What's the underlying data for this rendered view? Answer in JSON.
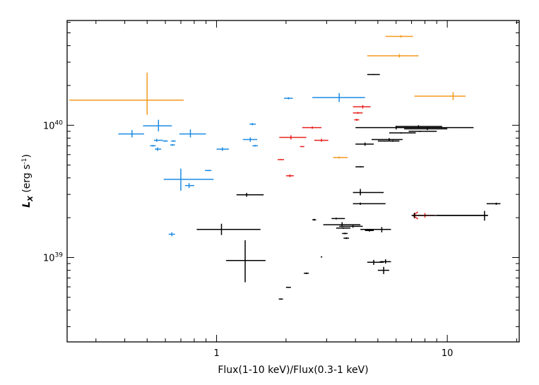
{
  "chart_data": {
    "type": "scatter",
    "xlabel": "Flux(1-10 keV)/Flux(0.3-1 keV)",
    "ylabel_main": "L",
    "ylabel_sub": "X",
    "ylabel_units": " (erg s",
    "ylabel_exp": "-1",
    "ylabel_close": ")",
    "x_scale": "log",
    "y_scale": "log",
    "xlim": [
      0.225,
      20.5
    ],
    "ylim": [
      2.3e+38,
      6.2e+40
    ],
    "x_ticks": [
      {
        "value": 1,
        "label": "1"
      },
      {
        "value": 10,
        "label": "10"
      }
    ],
    "y_ticks": [
      {
        "value": 1e+39,
        "base": "10",
        "exp": "39"
      },
      {
        "value": 1e+40,
        "base": "10",
        "exp": "40"
      }
    ],
    "grid": false,
    "colors": {
      "blue": "#1c8be3",
      "orange": "#f39a1f",
      "red": "#e8231f",
      "black": "#000000"
    },
    "series": [
      {
        "color": "blue",
        "points": [
          {
            "x": 0.43,
            "y": 8.6e+39,
            "xlo": 0.375,
            "xhi": 0.485,
            "ylo": 8.1e+39,
            "yhi": 9.2e+39
          },
          {
            "x": 0.56,
            "y": 9.9e+39,
            "xlo": 0.48,
            "xhi": 0.64,
            "ylo": 9e+39,
            "yhi": 1.1e+40
          },
          {
            "x": 0.55,
            "y": 7.7e+39,
            "xlo": 0.535,
            "xhi": 0.585,
            "ylo": 7.5e+39,
            "yhi": 7.9e+39
          },
          {
            "x": 0.6,
            "y": 7.6e+39,
            "xlo": 0.585,
            "xhi": 0.615,
            "ylo": 7.5e+39,
            "yhi": 7.7e+39
          },
          {
            "x": 0.53,
            "y": 7e+39,
            "xlo": 0.515,
            "xhi": 0.545,
            "ylo": 6.9e+39,
            "yhi": 7.1e+39
          },
          {
            "x": 0.555,
            "y": 6.6e+39,
            "xlo": 0.54,
            "xhi": 0.575,
            "ylo": 6.4e+39,
            "yhi": 6.8e+39
          },
          {
            "x": 0.65,
            "y": 7.6e+39,
            "xlo": 0.635,
            "xhi": 0.665,
            "ylo": 7.5e+39,
            "yhi": 7.7e+39
          },
          {
            "x": 0.645,
            "y": 7.1e+39,
            "xlo": 0.63,
            "xhi": 0.66,
            "ylo": 7e+39,
            "yhi": 7.2e+39
          },
          {
            "x": 0.77,
            "y": 8.6e+39,
            "xlo": 0.69,
            "xhi": 0.9,
            "ylo": 8.1e+39,
            "yhi": 9.3e+39
          },
          {
            "x": 0.7,
            "y": 3.9e+39,
            "xlo": 0.59,
            "xhi": 0.97,
            "ylo": 3.2e+39,
            "yhi": 4.7e+39
          },
          {
            "x": 0.76,
            "y": 3.5e+39,
            "xlo": 0.73,
            "xhi": 0.8,
            "ylo": 3.35e+39,
            "yhi": 3.65e+39
          },
          {
            "x": 0.92,
            "y": 4.55e+39,
            "xlo": 0.89,
            "xhi": 0.95,
            "ylo": 4.5e+39,
            "yhi": 4.6e+39
          },
          {
            "x": 1.06,
            "y": 6.6e+39,
            "xlo": 1.0,
            "xhi": 1.13,
            "ylo": 6.4e+39,
            "yhi": 6.8e+39
          },
          {
            "x": 1.43,
            "y": 1.02e+40,
            "xlo": 1.39,
            "xhi": 1.48,
            "ylo": 1e+40,
            "yhi": 1.04e+40
          },
          {
            "x": 1.4,
            "y": 7.8e+39,
            "xlo": 1.3,
            "xhi": 1.5,
            "ylo": 7.5e+39,
            "yhi": 8.1e+39
          },
          {
            "x": 1.47,
            "y": 7e+39,
            "xlo": 1.43,
            "xhi": 1.51,
            "ylo": 6.9e+39,
            "yhi": 7.1e+39
          },
          {
            "x": 0.64,
            "y": 1.5e+39,
            "xlo": 0.62,
            "xhi": 0.66,
            "ylo": 1.45e+39,
            "yhi": 1.55e+39
          },
          {
            "x": 2.05,
            "y": 1.6e+40,
            "xlo": 1.96,
            "xhi": 2.14,
            "ylo": 1.57e+40,
            "yhi": 1.63e+40
          },
          {
            "x": 3.4,
            "y": 1.62e+40,
            "xlo": 2.6,
            "xhi": 4.4,
            "ylo": 1.5e+40,
            "yhi": 1.75e+40
          }
        ]
      },
      {
        "color": "orange",
        "points": [
          {
            "x": 0.5,
            "y": 1.55e+40,
            "xlo": 0.23,
            "xhi": 0.72,
            "ylo": 1.2e+40,
            "yhi": 2.5e+40
          },
          {
            "x": 6.3,
            "y": 4.7e+40,
            "xlo": 5.4,
            "xhi": 7.1,
            "ylo": 4.6e+40,
            "yhi": 4.8e+40
          },
          {
            "x": 6.2,
            "y": 3.35e+40,
            "xlo": 4.5,
            "xhi": 7.5,
            "ylo": 3.25e+40,
            "yhi": 3.45e+40
          },
          {
            "x": 10.6,
            "y": 1.66e+40,
            "xlo": 7.2,
            "xhi": 12.0,
            "ylo": 1.55e+40,
            "yhi": 1.78e+40
          },
          {
            "x": 3.4,
            "y": 5.7e+39,
            "xlo": 3.2,
            "xhi": 3.7,
            "ylo": 5.6e+39,
            "yhi": 5.8e+39
          }
        ]
      },
      {
        "color": "red",
        "points": [
          {
            "x": 4.3,
            "y": 1.38e+40,
            "xlo": 3.9,
            "xhi": 4.65,
            "ylo": 1.34e+40,
            "yhi": 1.42e+40
          },
          {
            "x": 4.1,
            "y": 1.24e+40,
            "xlo": 3.9,
            "xhi": 4.3,
            "ylo": 1.22e+40,
            "yhi": 1.26e+40
          },
          {
            "x": 4.05,
            "y": 1.1e+40,
            "xlo": 3.95,
            "xhi": 4.15,
            "ylo": 1.08e+40,
            "yhi": 1.12e+40
          },
          {
            "x": 2.6,
            "y": 9.6e+39,
            "xlo": 2.35,
            "xhi": 2.85,
            "ylo": 9.4e+39,
            "yhi": 9.8e+39
          },
          {
            "x": 2.1,
            "y": 8.1e+39,
            "xlo": 1.87,
            "xhi": 2.45,
            "ylo": 7.8e+39,
            "yhi": 8.4e+39
          },
          {
            "x": 2.85,
            "y": 7.7e+39,
            "xlo": 2.65,
            "xhi": 3.05,
            "ylo": 7.5e+39,
            "yhi": 7.9e+39
          },
          {
            "x": 2.35,
            "y": 6.9e+39,
            "xlo": 2.3,
            "xhi": 2.4,
            "ylo": 6.85e+39,
            "yhi": 6.95e+39
          },
          {
            "x": 1.9,
            "y": 5.5e+39,
            "xlo": 1.84,
            "xhi": 1.96,
            "ylo": 5.45e+39,
            "yhi": 5.55e+39
          },
          {
            "x": 2.08,
            "y": 4.15e+39,
            "xlo": 2.0,
            "xhi": 2.16,
            "ylo": 4.05e+39,
            "yhi": 4.25e+39
          },
          {
            "x": 8.0,
            "y": 2.08e+39,
            "xlo": 7.1,
            "xhi": 8.8,
            "ylo": 2e+39,
            "yhi": 2.17e+39,
            "arrow": "left"
          }
        ]
      },
      {
        "color": "black",
        "points": [
          {
            "x": 4.8,
            "y": 2.42e+40,
            "xlo": 4.5,
            "xhi": 5.1,
            "ylo": 2.4e+40,
            "yhi": 2.44e+40
          },
          {
            "x": 6.0,
            "y": 9.6e+39,
            "xlo": 4.0,
            "xhi": 13.0,
            "ylo": 9.3e+39,
            "yhi": 9.9e+39
          },
          {
            "x": 7.5,
            "y": 9.8e+39,
            "xlo": 6.0,
            "xhi": 9.5,
            "ylo": 9.6e+39,
            "yhi": 1e+40
          },
          {
            "x": 8.2,
            "y": 9.4e+39,
            "xlo": 6.5,
            "xhi": 10.0,
            "ylo": 9.2e+39,
            "yhi": 9.6e+39
          },
          {
            "x": 7.6,
            "y": 9e+39,
            "xlo": 6.8,
            "xhi": 9.0,
            "ylo": 8.9e+39,
            "yhi": 9.1e+39
          },
          {
            "x": 6.3,
            "y": 8.75e+39,
            "xlo": 5.6,
            "xhi": 7.3,
            "ylo": 8.65e+39,
            "yhi": 8.85e+39
          },
          {
            "x": 5.6,
            "y": 7.8e+39,
            "xlo": 4.7,
            "xhi": 6.4,
            "ylo": 7.6e+39,
            "yhi": 8e+39
          },
          {
            "x": 5.8,
            "y": 7.6e+39,
            "xlo": 5.0,
            "xhi": 6.2,
            "ylo": 7.5e+39,
            "yhi": 7.7e+39
          },
          {
            "x": 4.4,
            "y": 7.2e+39,
            "xlo": 4.0,
            "xhi": 4.8,
            "ylo": 7e+39,
            "yhi": 7.4e+39
          },
          {
            "x": 4.2,
            "y": 4.85e+39,
            "xlo": 4.0,
            "xhi": 4.35,
            "ylo": 4.8e+39,
            "yhi": 4.9e+39
          },
          {
            "x": 4.2,
            "y": 3.1e+39,
            "xlo": 3.9,
            "xhi": 5.3,
            "ylo": 2.95e+39,
            "yhi": 3.3e+39
          },
          {
            "x": 4.2,
            "y": 2.55e+39,
            "xlo": 3.9,
            "xhi": 5.4,
            "ylo": 2.5e+39,
            "yhi": 2.6e+39
          },
          {
            "x": 1.35,
            "y": 2.98e+39,
            "xlo": 1.22,
            "xhi": 1.6,
            "ylo": 2.88e+39,
            "yhi": 3.08e+39
          },
          {
            "x": 7.2,
            "y": 2.08e+39,
            "xlo": 7.0,
            "xhi": 15.0,
            "ylo": 1.98e+39,
            "yhi": 2.18e+39
          },
          {
            "x": 14.5,
            "y": 2.08e+39,
            "xlo": 9.0,
            "xhi": 15.0,
            "ylo": 1.9e+39,
            "yhi": 2.25e+39
          },
          {
            "x": 16.3,
            "y": 2.55e+39,
            "xlo": 14.8,
            "xhi": 17.0,
            "ylo": 2.5e+39,
            "yhi": 2.6e+39
          },
          {
            "x": 1.05,
            "y": 1.63e+39,
            "xlo": 0.82,
            "xhi": 1.55,
            "ylo": 1.48e+39,
            "yhi": 1.8e+39
          },
          {
            "x": 1.33,
            "y": 9.5e+38,
            "xlo": 1.1,
            "xhi": 1.63,
            "ylo": 6.5e+38,
            "yhi": 1.35e+39
          },
          {
            "x": 3.3,
            "y": 1.97e+39,
            "xlo": 3.15,
            "xhi": 3.6,
            "ylo": 1.94e+39,
            "yhi": 2e+39
          },
          {
            "x": 2.65,
            "y": 1.93e+39,
            "xlo": 2.6,
            "xhi": 2.7,
            "ylo": 1.9e+39,
            "yhi": 1.96e+39
          },
          {
            "x": 3.5,
            "y": 1.77e+39,
            "xlo": 2.9,
            "xhi": 4.2,
            "ylo": 1.7e+39,
            "yhi": 1.85e+39
          },
          {
            "x": 3.9,
            "y": 1.72e+39,
            "xlo": 3.4,
            "xhi": 4.3,
            "ylo": 1.68e+39,
            "yhi": 1.76e+39
          },
          {
            "x": 3.55,
            "y": 1.67e+39,
            "xlo": 3.3,
            "xhi": 3.8,
            "ylo": 1.65e+39,
            "yhi": 1.69e+39
          },
          {
            "x": 5.2,
            "y": 1.63e+39,
            "xlo": 4.2,
            "xhi": 5.7,
            "ylo": 1.55e+39,
            "yhi": 1.7e+39
          },
          {
            "x": 4.6,
            "y": 1.6e+39,
            "xlo": 4.4,
            "xhi": 4.8,
            "ylo": 1.57e+39,
            "yhi": 1.63e+39
          },
          {
            "x": 3.6,
            "y": 1.52e+39,
            "xlo": 3.5,
            "xhi": 3.7,
            "ylo": 1.5e+39,
            "yhi": 1.54e+39
          },
          {
            "x": 3.65,
            "y": 1.4e+39,
            "xlo": 3.55,
            "xhi": 3.75,
            "ylo": 1.38e+39,
            "yhi": 1.42e+39
          },
          {
            "x": 4.8,
            "y": 9.2e+38,
            "xlo": 4.5,
            "xhi": 5.3,
            "ylo": 8.8e+38,
            "yhi": 9.6e+38
          },
          {
            "x": 5.4,
            "y": 9.3e+38,
            "xlo": 5.1,
            "xhi": 5.7,
            "ylo": 9e+38,
            "yhi": 9.7e+38
          },
          {
            "x": 5.3,
            "y": 8e+38,
            "xlo": 5.0,
            "xhi": 5.6,
            "ylo": 7.5e+38,
            "yhi": 8.5e+38
          },
          {
            "x": 2.85,
            "y": 1.01e+39,
            "xlo": 2.83,
            "xhi": 2.87,
            "ylo": 1e+39,
            "yhi": 1.02e+39
          },
          {
            "x": 2.45,
            "y": 7.6e+38,
            "xlo": 2.39,
            "xhi": 2.51,
            "ylo": 7.5e+38,
            "yhi": 7.7e+38
          },
          {
            "x": 2.05,
            "y": 5.95e+38,
            "xlo": 2.0,
            "xhi": 2.1,
            "ylo": 5.9e+38,
            "yhi": 6e+38
          },
          {
            "x": 1.9,
            "y": 4.85e+38,
            "xlo": 1.86,
            "xhi": 1.94,
            "ylo": 4.8e+38,
            "yhi": 4.9e+38
          }
        ]
      }
    ]
  }
}
